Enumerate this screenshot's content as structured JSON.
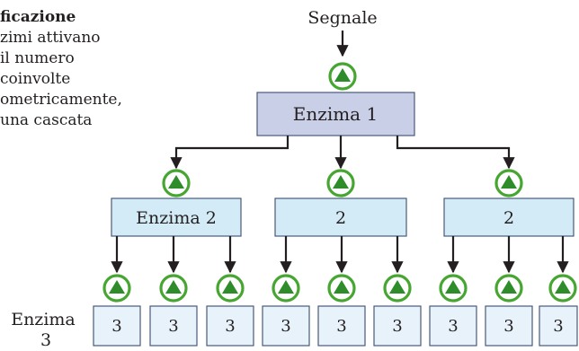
{
  "caption": {
    "title": "ficazione",
    "lines": [
      "zimi attivano",
      "il numero",
      "coinvolte",
      "ometricamente,",
      "una cascata"
    ]
  },
  "diagram": {
    "signal_label": "Segnale",
    "enzyme1_label": "Enzima 1",
    "enzyme2_labels": [
      "Enzima 2",
      "2",
      "2"
    ],
    "enzyme3_labels": [
      "3",
      "3",
      "3",
      "3",
      "3",
      "3",
      "3",
      "3",
      "3"
    ],
    "enzyme3_side_label": [
      "Enzima",
      "3"
    ],
    "colors": {
      "box1_fill": "#c9cfe6",
      "box2_fill": "#d3ebf6",
      "box3_fill": "#e7f2fa",
      "box_stroke": "#4a5a7a",
      "arrow": "#231f20",
      "active_ring": "#47a632",
      "active_triangle": "#2f8c2a"
    }
  }
}
